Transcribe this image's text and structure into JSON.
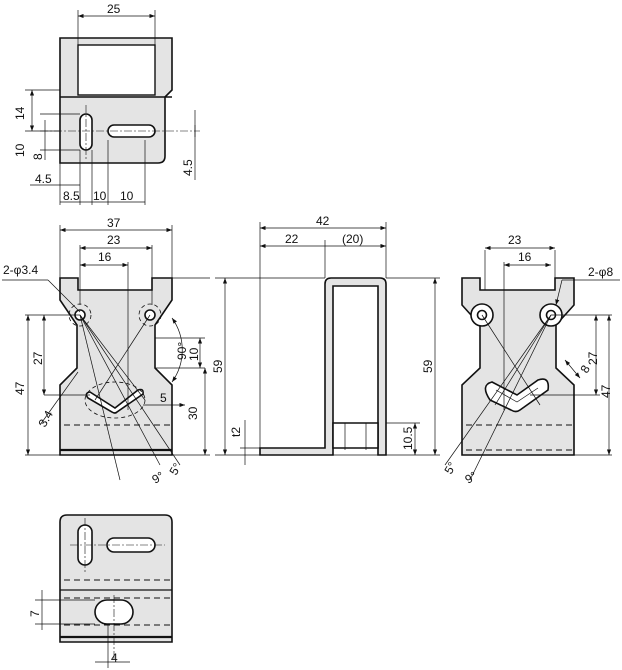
{
  "top_view": {
    "dims": [
      "25",
      "14",
      "10",
      "8",
      "4.5",
      "8.5",
      "10",
      "10",
      "4.5"
    ]
  },
  "front_view": {
    "dims": [
      "37",
      "23",
      "16",
      "2-φ3.4",
      "27",
      "47",
      "90°",
      "10",
      "59",
      "5",
      "30",
      "3.4",
      "9°",
      "5°"
    ]
  },
  "side_view": {
    "dims": [
      "42",
      "22",
      "(20)",
      "59",
      "t2",
      "10.5",
      "59"
    ]
  },
  "right_view": {
    "dims": [
      "23",
      "16",
      "2-φ8",
      "8",
      "27",
      "47",
      "5°",
      "9°"
    ]
  },
  "bottom_view": {
    "dims": [
      "7",
      "4"
    ]
  }
}
